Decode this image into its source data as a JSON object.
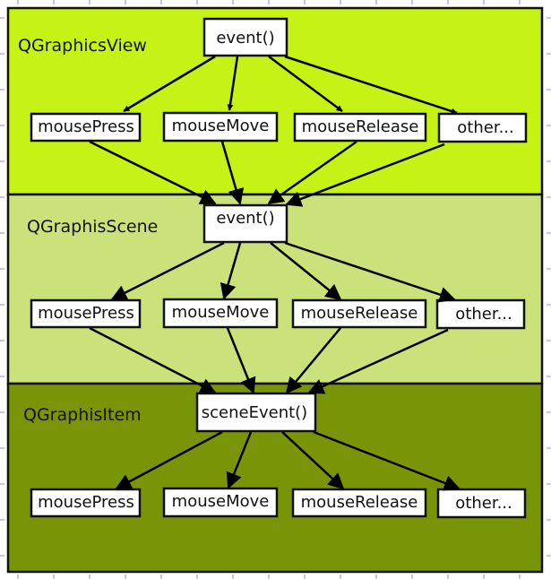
{
  "layers": [
    {
      "id": "view",
      "title": "QGraphicsView",
      "color": "#c6f215",
      "entry": "event()"
    },
    {
      "id": "scene",
      "title": "QGraphisScene",
      "color": "#cbe27a",
      "entry": "event()"
    },
    {
      "id": "item",
      "title": "QGraphisItem",
      "color": "#7a9408",
      "entry": "sceneEvent()"
    }
  ],
  "handlers": [
    "mousePress",
    "mouseMove",
    "mouseRelease",
    "other..."
  ],
  "colors": {
    "tick": "#8c8cc8",
    "stroke": "#111111",
    "box": "#ffffff"
  }
}
